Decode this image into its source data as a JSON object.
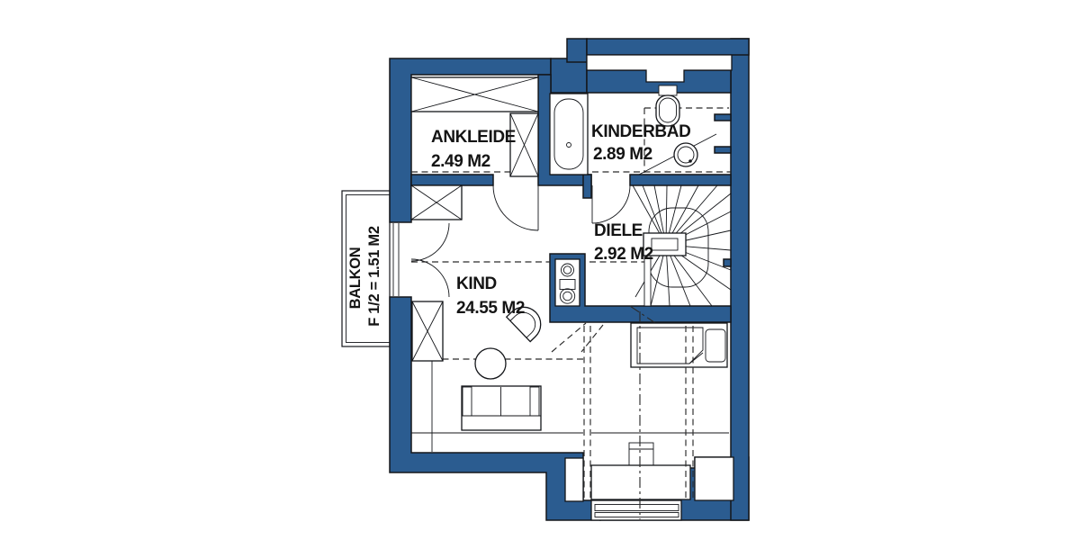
{
  "plan": {
    "title": "floor-plan-upper-storey",
    "rooms": [
      {
        "id": "ankleide",
        "name": "ANKLEIDE",
        "area": "2.49 M2"
      },
      {
        "id": "kinderbad",
        "name": "KINDERBAD",
        "area": "2.89 M2"
      },
      {
        "id": "diele",
        "name": "DIELE",
        "area": "2.92 M2"
      },
      {
        "id": "kind",
        "name": "KIND",
        "area": "24.55 M2"
      },
      {
        "id": "balkon",
        "name": "BALKON",
        "area": "F 1/2 = 1.51 M2"
      }
    ],
    "colors": {
      "wall": "#2b5c90",
      "outline": "#14161a",
      "background": "#ffffff"
    },
    "furniture": [
      "wardrobe-crossed",
      "bathtub",
      "toilet",
      "corner-sink",
      "winder-staircase",
      "chimney-shaft",
      "bed",
      "desk",
      "desk-chair",
      "sofa",
      "round-table",
      "armchair",
      "french-balcony-door"
    ]
  }
}
